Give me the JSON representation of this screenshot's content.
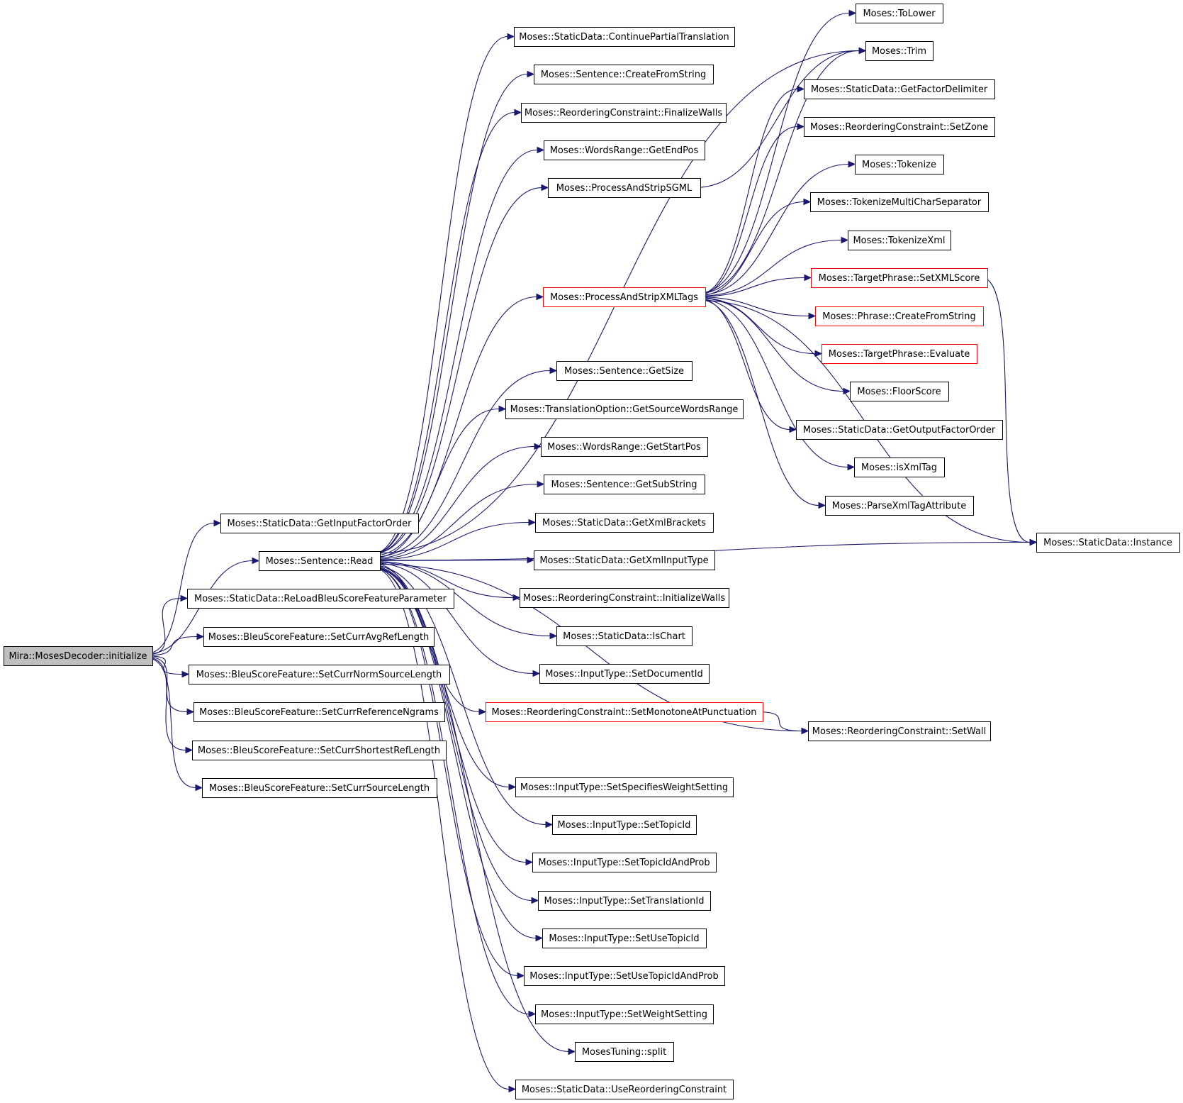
{
  "colors": {
    "edge": "#191970",
    "node_border": "#000000",
    "truncated_border": "#ff0000",
    "root_fill": "#bfbfbf",
    "node_fill": "#ffffff"
  },
  "nodes": [
    {
      "id": "initialize",
      "label": "Mira::MosesDecoder::initialize",
      "state": "root"
    },
    {
      "id": "getInputFactorOrder",
      "label": "Moses::StaticData::GetInputFactorOrder",
      "state": "normal"
    },
    {
      "id": "sentRead",
      "label": "Moses::Sentence::Read",
      "state": "normal"
    },
    {
      "id": "reloadBleu",
      "label": "Moses::StaticData::ReLoadBleuScoreFeatureParameter",
      "state": "normal"
    },
    {
      "id": "setAvgRef",
      "label": "Moses::BleuScoreFeature::SetCurrAvgRefLength",
      "state": "normal"
    },
    {
      "id": "setNormSrc",
      "label": "Moses::BleuScoreFeature::SetCurrNormSourceLength",
      "state": "normal"
    },
    {
      "id": "setRefNgrams",
      "label": "Moses::BleuScoreFeature::SetCurrReferenceNgrams",
      "state": "normal"
    },
    {
      "id": "setShortest",
      "label": "Moses::BleuScoreFeature::SetCurrShortestRefLength",
      "state": "normal"
    },
    {
      "id": "setSrcLen",
      "label": "Moses::BleuScoreFeature::SetCurrSourceLength",
      "state": "normal"
    },
    {
      "id": "continuePartial",
      "label": "Moses::StaticData::ContinuePartialTranslation",
      "state": "normal"
    },
    {
      "id": "sentCreate",
      "label": "Moses::Sentence::CreateFromString",
      "state": "normal"
    },
    {
      "id": "finalizeWalls",
      "label": "Moses::ReorderingConstraint::FinalizeWalls",
      "state": "normal"
    },
    {
      "id": "getEndPos",
      "label": "Moses::WordsRange::GetEndPos",
      "state": "normal"
    },
    {
      "id": "processSGML",
      "label": "Moses::ProcessAndStripSGML",
      "state": "normal"
    },
    {
      "id": "processXML",
      "label": "Moses::ProcessAndStripXMLTags",
      "state": "truncated"
    },
    {
      "id": "getSize",
      "label": "Moses::Sentence::GetSize",
      "state": "normal"
    },
    {
      "id": "getSrcWordsRange",
      "label": "Moses::TranslationOption::GetSourceWordsRange",
      "state": "normal"
    },
    {
      "id": "getStartPos",
      "label": "Moses::WordsRange::GetStartPos",
      "state": "normal"
    },
    {
      "id": "getSubString",
      "label": "Moses::Sentence::GetSubString",
      "state": "normal"
    },
    {
      "id": "getXmlBrackets",
      "label": "Moses::StaticData::GetXmlBrackets",
      "state": "normal"
    },
    {
      "id": "getXmlInputType",
      "label": "Moses::StaticData::GetXmlInputType",
      "state": "normal"
    },
    {
      "id": "initWalls",
      "label": "Moses::ReorderingConstraint::InitializeWalls",
      "state": "normal"
    },
    {
      "id": "isChart",
      "label": "Moses::StaticData::IsChart",
      "state": "normal"
    },
    {
      "id": "setDocId",
      "label": "Moses::InputType::SetDocumentId",
      "state": "normal"
    },
    {
      "id": "setMonotone",
      "label": "Moses::ReorderingConstraint::SetMonotoneAtPunctuation",
      "state": "truncated"
    },
    {
      "id": "setSpecWeight",
      "label": "Moses::InputType::SetSpecifiesWeightSetting",
      "state": "normal"
    },
    {
      "id": "setTopicId",
      "label": "Moses::InputType::SetTopicId",
      "state": "normal"
    },
    {
      "id": "setTopicIdProb",
      "label": "Moses::InputType::SetTopicIdAndProb",
      "state": "normal"
    },
    {
      "id": "setTransId",
      "label": "Moses::InputType::SetTranslationId",
      "state": "normal"
    },
    {
      "id": "setUseTopicId",
      "label": "Moses::InputType::SetUseTopicId",
      "state": "normal"
    },
    {
      "id": "setUseTopicIdProb",
      "label": "Moses::InputType::SetUseTopicIdAndProb",
      "state": "normal"
    },
    {
      "id": "setWeightSetting",
      "label": "Moses::InputType::SetWeightSetting",
      "state": "normal"
    },
    {
      "id": "split",
      "label": "MosesTuning::split",
      "state": "normal"
    },
    {
      "id": "useReorder",
      "label": "Moses::StaticData::UseReorderingConstraint",
      "state": "normal"
    },
    {
      "id": "toLower",
      "label": "Moses::ToLower",
      "state": "normal"
    },
    {
      "id": "trim",
      "label": "Moses::Trim",
      "state": "normal"
    },
    {
      "id": "getFactorDelim",
      "label": "Moses::StaticData::GetFactorDelimiter",
      "state": "normal"
    },
    {
      "id": "setZone",
      "label": "Moses::ReorderingConstraint::SetZone",
      "state": "normal"
    },
    {
      "id": "tokenize",
      "label": "Moses::Tokenize",
      "state": "normal"
    },
    {
      "id": "tokenizeMulti",
      "label": "Moses::TokenizeMultiCharSeparator",
      "state": "normal"
    },
    {
      "id": "tokenizeXml",
      "label": "Moses::TokenizeXml",
      "state": "normal"
    },
    {
      "id": "setXMLScore",
      "label": "Moses::TargetPhrase::SetXMLScore",
      "state": "truncated"
    },
    {
      "id": "phraseCreate",
      "label": "Moses::Phrase::CreateFromString",
      "state": "truncated"
    },
    {
      "id": "evaluate",
      "label": "Moses::TargetPhrase::Evaluate",
      "state": "truncated"
    },
    {
      "id": "floorScore",
      "label": "Moses::FloorScore",
      "state": "normal"
    },
    {
      "id": "getOutFactorOrder",
      "label": "Moses::StaticData::GetOutputFactorOrder",
      "state": "normal"
    },
    {
      "id": "isXmlTag",
      "label": "Moses::isXmlTag",
      "state": "normal"
    },
    {
      "id": "parseXmlAttr",
      "label": "Moses::ParseXmlTagAttribute",
      "state": "normal"
    },
    {
      "id": "instance",
      "label": "Moses::StaticData::Instance",
      "state": "normal"
    },
    {
      "id": "setWall",
      "label": "Moses::ReorderingConstraint::SetWall",
      "state": "normal"
    }
  ],
  "edges": [
    {
      "from": "initialize",
      "to": "getInputFactorOrder"
    },
    {
      "from": "initialize",
      "to": "sentRead"
    },
    {
      "from": "initialize",
      "to": "reloadBleu"
    },
    {
      "from": "initialize",
      "to": "setAvgRef"
    },
    {
      "from": "initialize",
      "to": "setNormSrc"
    },
    {
      "from": "initialize",
      "to": "setRefNgrams"
    },
    {
      "from": "initialize",
      "to": "setShortest"
    },
    {
      "from": "initialize",
      "to": "setSrcLen"
    },
    {
      "from": "sentRead",
      "to": "continuePartial"
    },
    {
      "from": "sentRead",
      "to": "sentCreate"
    },
    {
      "from": "sentRead",
      "to": "finalizeWalls"
    },
    {
      "from": "sentRead",
      "to": "getEndPos"
    },
    {
      "from": "sentRead",
      "to": "processSGML"
    },
    {
      "from": "sentRead",
      "to": "processXML"
    },
    {
      "from": "sentRead",
      "to": "getSize"
    },
    {
      "from": "sentRead",
      "to": "getSrcWordsRange"
    },
    {
      "from": "sentRead",
      "to": "getStartPos"
    },
    {
      "from": "sentRead",
      "to": "getSubString"
    },
    {
      "from": "sentRead",
      "to": "getXmlBrackets"
    },
    {
      "from": "sentRead",
      "to": "getXmlInputType"
    },
    {
      "from": "sentRead",
      "to": "initWalls"
    },
    {
      "from": "sentRead",
      "to": "isChart"
    },
    {
      "from": "sentRead",
      "to": "setDocId"
    },
    {
      "from": "sentRead",
      "to": "setMonotone"
    },
    {
      "from": "sentRead",
      "to": "setSpecWeight"
    },
    {
      "from": "sentRead",
      "to": "setTopicId"
    },
    {
      "from": "sentRead",
      "to": "setTopicIdProb"
    },
    {
      "from": "sentRead",
      "to": "setTransId"
    },
    {
      "from": "sentRead",
      "to": "setUseTopicId"
    },
    {
      "from": "sentRead",
      "to": "setUseTopicIdProb"
    },
    {
      "from": "sentRead",
      "to": "setWeightSetting"
    },
    {
      "from": "sentRead",
      "to": "split"
    },
    {
      "from": "sentRead",
      "to": "useReorder"
    },
    {
      "from": "sentRead",
      "to": "trim"
    },
    {
      "from": "sentRead",
      "to": "instance"
    },
    {
      "from": "sentRead",
      "to": "setWall"
    },
    {
      "from": "processSGML",
      "to": "trim"
    },
    {
      "from": "processXML",
      "to": "toLower"
    },
    {
      "from": "processXML",
      "to": "trim"
    },
    {
      "from": "processXML",
      "to": "getFactorDelim"
    },
    {
      "from": "processXML",
      "to": "setZone"
    },
    {
      "from": "processXML",
      "to": "tokenize"
    },
    {
      "from": "processXML",
      "to": "tokenizeMulti"
    },
    {
      "from": "processXML",
      "to": "tokenizeXml"
    },
    {
      "from": "processXML",
      "to": "setXMLScore"
    },
    {
      "from": "processXML",
      "to": "phraseCreate"
    },
    {
      "from": "processXML",
      "to": "evaluate"
    },
    {
      "from": "processXML",
      "to": "floorScore"
    },
    {
      "from": "processXML",
      "to": "getOutFactorOrder"
    },
    {
      "from": "processXML",
      "to": "isXmlTag"
    },
    {
      "from": "processXML",
      "to": "parseXmlAttr"
    },
    {
      "from": "processXML",
      "to": "instance"
    },
    {
      "from": "setXMLScore",
      "to": "instance"
    },
    {
      "from": "setMonotone",
      "to": "setWall"
    }
  ]
}
